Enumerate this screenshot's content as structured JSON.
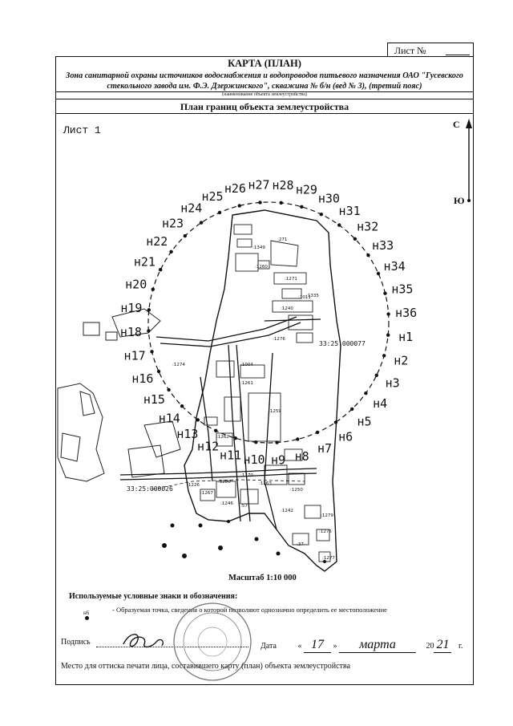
{
  "sheet": {
    "label": "Лист №"
  },
  "header": {
    "title": "КАРТА (ПЛАН)",
    "subtitle": "Зона санитарной охраны источников водоснабжения и водопроводов питьевого назначения ОАО \"Гусевского стекольного завода им. Ф.Э. Дзержинского\", скважина № б/н (вед № 3), (третий пояс)",
    "object_caption": "(наименование объекта землеустройства)",
    "section": "План границ объекта землеустройства"
  },
  "map": {
    "sheet_label": "Лист 1",
    "north": "С",
    "south": "Ю",
    "cadastral_1": "33:25:000077",
    "cadastral_2": "33:25:000026",
    "scale": "Масштаб 1:10 000",
    "points": [
      "н1",
      "н2",
      "н3",
      "н4",
      "н5",
      "н6",
      "н7",
      "н8",
      "н9",
      "н10",
      "н11",
      "н12",
      "н13",
      "н14",
      "н15",
      "н16",
      "н17",
      "н18",
      "н19",
      "н20",
      "н21",
      "н22",
      "н23",
      "н24",
      "н25",
      "н26",
      "н27",
      "н28",
      "н29",
      "н30",
      "н31",
      "н32",
      "н33",
      "н34",
      "н35",
      "н36"
    ],
    "parcel_labels": [
      "271",
      "1349",
      "1260",
      "1271",
      "1011",
      "1335",
      "1240",
      "1276",
      "1274",
      "1004",
      "1261",
      "1259",
      "1262",
      "1280",
      "1226",
      "1250",
      "1263",
      "1242",
      "1246",
      "57",
      "37",
      "1279",
      "1275",
      "1277",
      "1270",
      "1267"
    ]
  },
  "legend": {
    "title": "Используемые условные знаки и обозначения:",
    "marker": "н6",
    "text": "- Образуемая точка, сведения о которой позволяют однозначно определить ее местоположение"
  },
  "signature": {
    "label": "Подпись",
    "date_label": "Дата",
    "day": "17",
    "month": "марта",
    "year_prefix": "20",
    "year_suffix": "21",
    "year_unit": "г.",
    "quote_open": "«",
    "quote_close": "»"
  },
  "stamp_place": "Место для оттиска печати лица, составившего карту (план) объекта землеустройства"
}
